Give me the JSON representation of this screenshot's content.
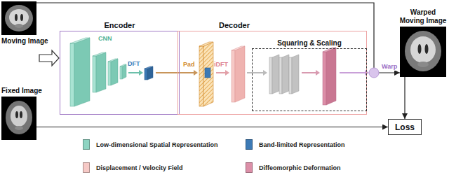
{
  "diagram": {
    "nodes": [
      {
        "text": [
          "Moving Image"
        ]
      },
      {
        "text": [
          "Encoder"
        ]
      },
      {
        "text": [
          "Decoder"
        ]
      },
      {
        "text": [
          "Squaring & Scaling"
        ],
        "in": 2
      },
      {
        "text": [
          "Warped Moving Image"
        ]
      },
      {
        "text": [
          "Fixed Image"
        ]
      },
      {
        "text": [
          "Loss"
        ]
      }
    ],
    "edges": [
      {
        "from": 0,
        "to": 4,
        "arrow": "to",
        "label": "Warp"
      },
      {
        "from": 4,
        "to": 6,
        "arrow": "to"
      },
      {
        "from": 5,
        "to": 6,
        "arrow": "to"
      }
    ],
    "labels": [
      "CNN",
      "DFT",
      "Pad",
      "iDFT"
    ],
    "legend": [
      {
        "text": "Low-dimensional Spatial Representation",
        "color": "#8ed4c2"
      },
      {
        "text": "Band-limited Representation",
        "color": "#3d7ab5"
      },
      {
        "text": "Displacement / Velocity Field",
        "color": "#f6c9c6"
      },
      {
        "text": "Diffeomorphic Deformation",
        "color": "#dc8fa8"
      }
    ]
  }
}
